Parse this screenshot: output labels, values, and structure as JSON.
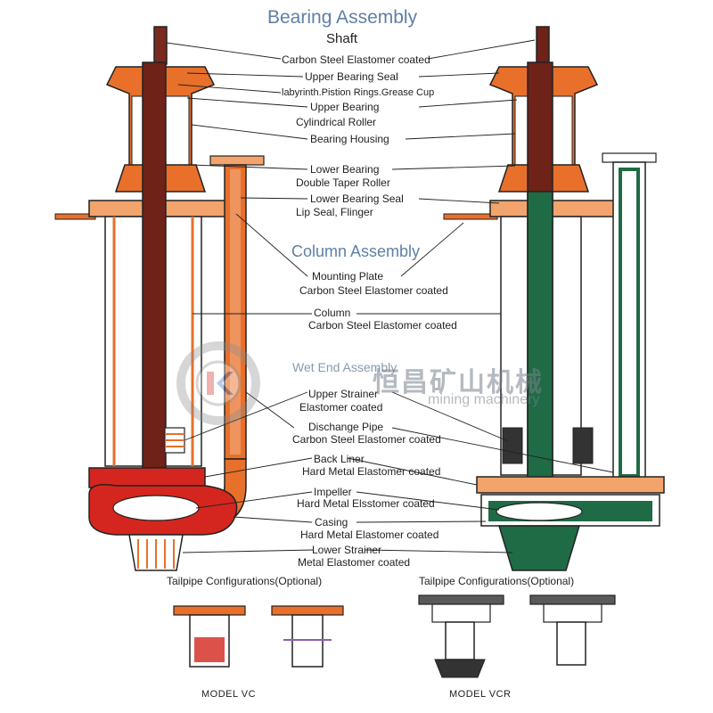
{
  "header": {
    "title": "Bearing Assembly",
    "shaft": "Shaft"
  },
  "labels": {
    "shaft_material": "Carbon  Steel   Elastomer coated",
    "upper_bearing_seal": "Upper  Bearing  Seal",
    "upper_seal_detail": "labyrinth.Pistion Rings.Grease Cup",
    "upper_bearing": "Upper  Bearing",
    "cylindrical_roller": "Cylindrical  Roller",
    "bearing_housing": "Bearing Housing",
    "lower_bearing": "Lower Bearing",
    "double_taper_roller": "Double Taper Roller",
    "lower_bearing_seal": "Lower Bearing Seal",
    "lip_seal": "Lip Seal, Flinger",
    "column_assembly": "Column Assembly",
    "mounting_plate": "Mounting Plate",
    "mounting_plate_material": "Carbon Steel    Elastomer coated",
    "column": "Column",
    "column_material": "Carbon Steel    Elastomer coated",
    "wet_end_assembly": "Wet End Assembly",
    "upper_strainer": "Upper Strainer",
    "upper_strainer_material": "Elastomer coated",
    "discharge_pipe": "Dischange Pipe",
    "discharge_pipe_material": "Carbon Steel      Elastomer coated",
    "back_liner": "Back Liner",
    "back_liner_material": "Hard Metal          Elastomer coated",
    "impeller": "Impeller",
    "impeller_material": "Hard Metal  Elsstomer coated",
    "casing": "Casing",
    "casing_material": "Hard Metal      Elastomer coated",
    "lower_strainer": "Lower Strainer",
    "lower_strainer_material": "Metal      Elastomer coated"
  },
  "tailpipe": {
    "left": "Tailpipe Configurations(Optional)",
    "right": "Tailpipe Configurations(Optional)"
  },
  "models": {
    "vc": "MODEL VC",
    "vcr": "MODEL VCR"
  },
  "watermark": {
    "chinese": "恒昌矿山机械",
    "english": "mining machinery"
  },
  "colors": {
    "orange": "#e8702a",
    "dark_red": "#6e2218",
    "red": "#d4261e",
    "green": "#1f6b45",
    "dark_gray": "#333333",
    "title_blue": "#5f7fa6"
  }
}
